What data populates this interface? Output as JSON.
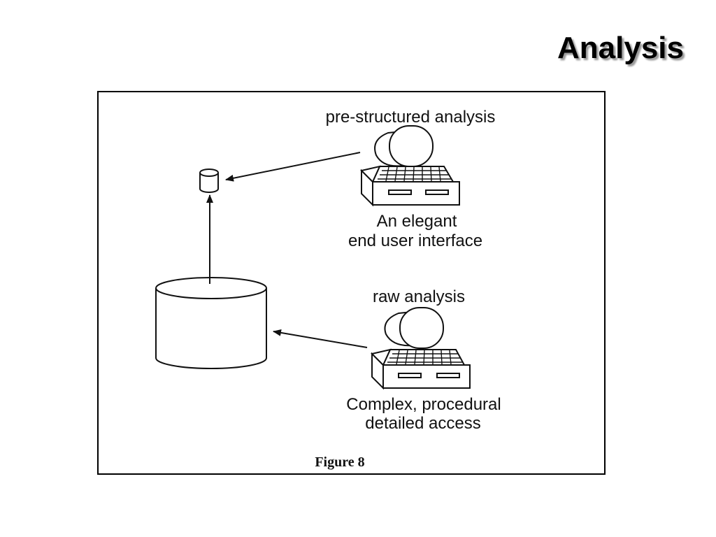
{
  "title": "Analysis",
  "figure": {
    "caption": "Figure 8",
    "top_terminal": {
      "header": "pre-structured analysis",
      "description_lines": [
        "An elegant",
        "end user interface"
      ]
    },
    "bottom_terminal": {
      "header": "raw analysis",
      "description_lines": [
        "Complex, procedural",
        "detailed access"
      ]
    }
  }
}
